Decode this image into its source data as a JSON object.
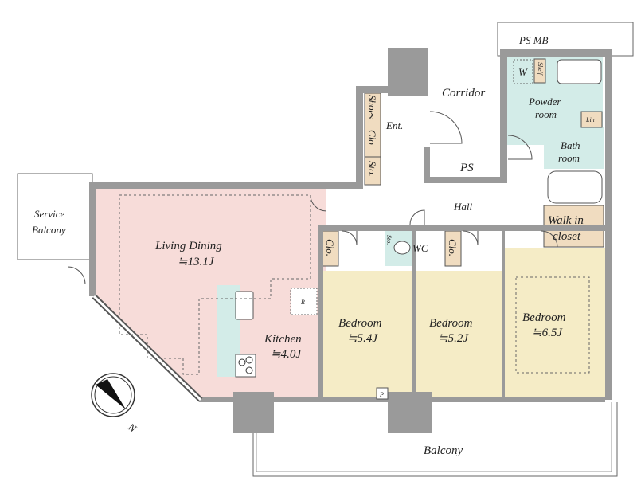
{
  "colors": {
    "living": "#f7dcd9",
    "bedroom": "#f5ecc6",
    "wet": "#d3ece8",
    "storage": "#f0dcc0",
    "wall": "#9a9a9a",
    "line": "#555555"
  },
  "labels": {
    "ps_mb": "PS MB",
    "corridor": "Corridor",
    "entrance": "Ent.",
    "shoes": "Shoes",
    "shoes_clo": "Clo",
    "storage": "Sto.",
    "ps": "PS",
    "washer": "W",
    "shelf": "Shelf",
    "powder1": "Powder",
    "powder2": "room",
    "linen": "Lin",
    "bath1": "Bath",
    "bath2": "room",
    "hall": "Hall",
    "walkin1": "Walk in",
    "walkin2": "closet",
    "service1": "Service",
    "service2": "Balcony",
    "living": "Living Dining",
    "living_size": "≒13.1J",
    "clo_a": "Clo.",
    "wc_sto": "Sto.",
    "wc": "WC",
    "clo_b": "Clo.",
    "fridge": "R",
    "kitchen": "Kitchen",
    "kitchen_size": "≒4.0J",
    "bed1": "Bedroom",
    "bed1_size": "≒5.4J",
    "bed2": "Bedroom",
    "bed2_size": "≒5.2J",
    "bed3": "Bedroom",
    "bed3_size": "≒6.5J",
    "pipe": "P",
    "balcony": "Balcony",
    "north": "N"
  }
}
